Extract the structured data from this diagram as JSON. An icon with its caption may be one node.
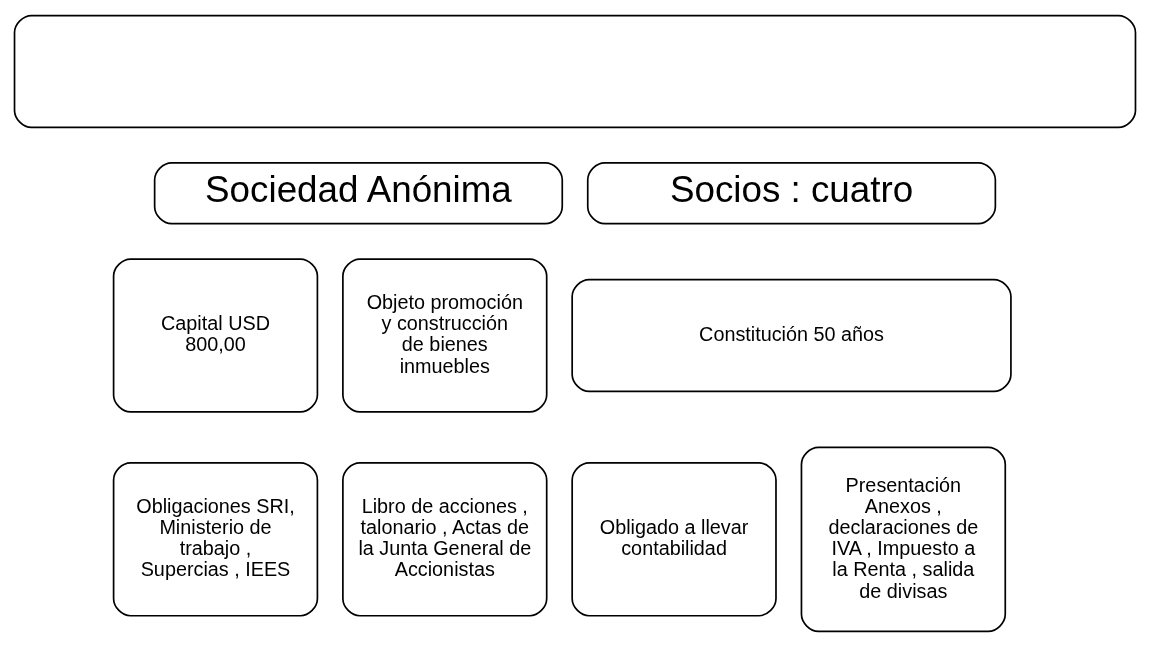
{
  "diagram": {
    "nodes": [
      {
        "text": [],
        "shape": "box"
      },
      {
        "text": [
          "Sociedad Anónima"
        ]
      },
      {
        "text": [
          "Socios : cuatro"
        ]
      },
      {
        "text": [
          "Capital USD 800,00"
        ]
      },
      {
        "text": [
          "Objeto promoción y construcción de bienes inmuebles"
        ]
      },
      {
        "text": [
          "Constitución 50 años"
        ]
      },
      {
        "text": [
          "Obligaciones SRI, Ministerio de trabajo , Supercias , IEES"
        ]
      },
      {
        "text": [
          "Libro de acciones , talonario , Actas de la Junta General de Accionistas"
        ]
      },
      {
        "text": [
          "Obligado a llevar contabilidad"
        ]
      },
      {
        "text": [
          "Presentación Anexos , declaraciones de IVA , Impuesto a la Renta , salida de divisas"
        ]
      }
    ],
    "edges": []
  }
}
